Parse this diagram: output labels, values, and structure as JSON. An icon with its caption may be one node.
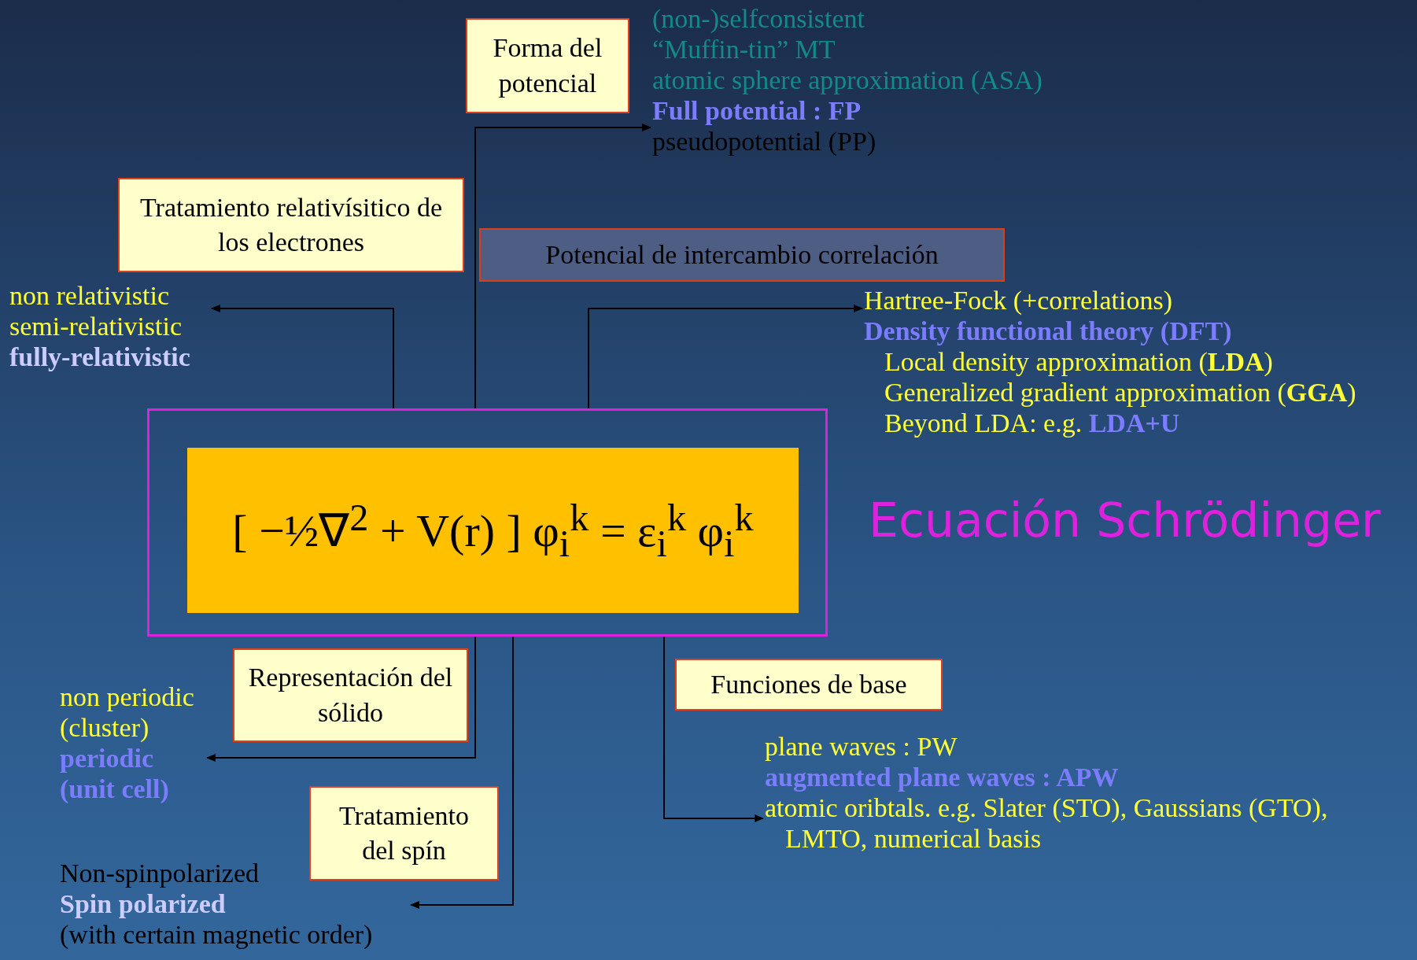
{
  "diagram": {
    "nodes": [
      {
        "text": [],
        "shape": "box"
      },
      {
        "text": [
          "[ −½∇$^{2}$ + V(r) ] φ$_{i}$$^{k}$ = ε$_{i}$$^{k}$ φ$_{i}$$^{k}$"
        ],
        "in": 0
      },
      {
        "text": [
          "Forma del potencial"
        ]
      },
      {
        "text": [
          "(non-)selfconsistent",
          "“Muffin-tin” MT",
          "atomic sphere approximation (ASA)",
          "Full potential : FP",
          "pseudopotential (PP)"
        ]
      },
      {
        "text": [
          "Tratamiento relativísitico de los electrones"
        ]
      },
      {
        "text": [
          "Potencial de intercambio correlación"
        ]
      },
      {
        "text": [
          "non relativistic",
          "semi-relativistic",
          "fully-relativistic"
        ]
      },
      {
        "text": [
          "Hartree-Fock (+correlations)",
          "Density functional theory (DFT)",
          "Local density approximation  (**LDA**)",
          "Generalized gradient approximation (**GGA**)",
          "Beyond LDA: e.g.",
          "LDA+U"
        ]
      },
      {
        "text": [
          "Representación del sólido"
        ]
      },
      {
        "text": [
          "non periodic (cluster)",
          "periodic (unit cell)"
        ]
      },
      {
        "text": [
          "Tratamiento del spín"
        ]
      },
      {
        "text": [
          "Non-spinpolarized",
          "Spin polarized",
          "(with certain magnetic order)"
        ]
      },
      {
        "text": [
          "Funciones de base"
        ]
      },
      {
        "text": [
          "plane waves : PW",
          "augmented plane waves : APW",
          "atomic oribtals. e.g. Slater (STO), Gaussians (GTO), LMTO, numerical basis"
        ]
      }
    ],
    "edges": [
      {
        "from": 0,
        "to": 3,
        "arrow": "to"
      },
      {
        "from": 0,
        "to": 6,
        "arrow": "to"
      },
      {
        "from": 0,
        "to": 7,
        "arrow": "to"
      },
      {
        "from": 0,
        "to": 9,
        "arrow": "to"
      },
      {
        "from": 0,
        "to": 11,
        "arrow": "to"
      },
      {
        "from": 0,
        "to": 13,
        "arrow": "to"
      }
    ],
    "labels": [
      "Ecuación Schrödinger"
    ]
  }
}
